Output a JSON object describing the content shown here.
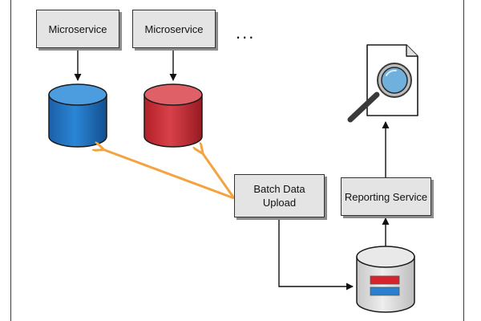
{
  "diagram": {
    "nodes": {
      "microservice_1": {
        "label": "Microservice"
      },
      "microservice_2": {
        "label": "Microservice"
      },
      "more_services": {
        "label": "..."
      },
      "batch_upload": {
        "label_line1": "Batch Data",
        "label_line2": "Upload"
      },
      "reporting_service": {
        "label": "Reporting Service"
      }
    },
    "databases": [
      {
        "name": "microservice-1-database",
        "color": "#1b6fb8"
      },
      {
        "name": "microservice-2-database",
        "color": "#c8262f"
      },
      {
        "name": "reporting-database",
        "color": "#d8d8d8"
      }
    ],
    "edges": [
      {
        "from": "Microservice",
        "to": "blue database",
        "style": "black arrow"
      },
      {
        "from": "Microservice",
        "to": "red database",
        "style": "black arrow"
      },
      {
        "from": "Batch Data Upload",
        "to": "blue database",
        "style": "orange arrow"
      },
      {
        "from": "Batch Data Upload",
        "to": "red database",
        "style": "orange arrow"
      },
      {
        "from": "Batch Data Upload",
        "to": "reporting database",
        "style": "black arrow"
      },
      {
        "from": "reporting database",
        "to": "Reporting Service",
        "style": "black arrow"
      },
      {
        "from": "Reporting Service",
        "to": "report document",
        "style": "black arrow"
      }
    ],
    "colors": {
      "arrow_orange": "#f4a340",
      "arrow_black": "#111111",
      "box_fill": "#e4e4e4",
      "magnifier_lens": "#6fb0dc"
    },
    "icons": {
      "report_document": "document-magnifier-icon",
      "reporting_database_contents": "table-rows-icon"
    }
  }
}
